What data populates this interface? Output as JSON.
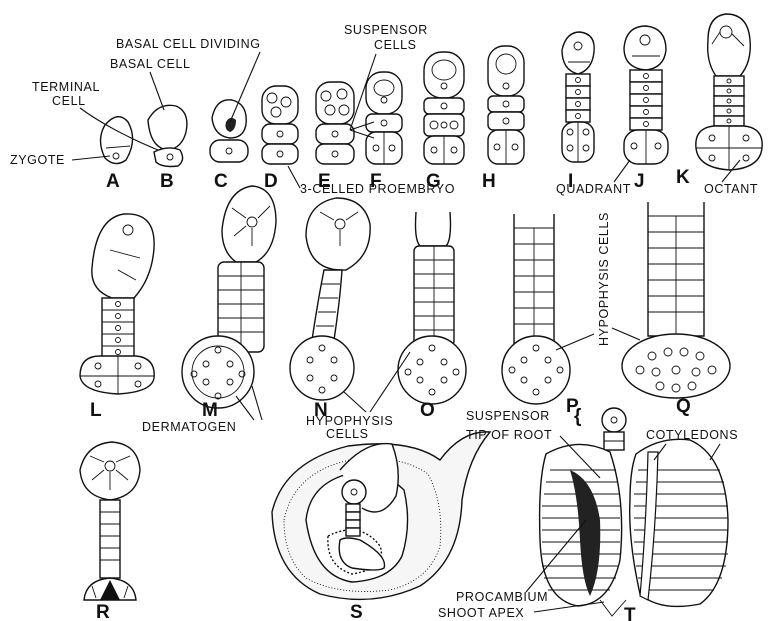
{
  "labels": {
    "zygote": "ZYGOTE",
    "terminal_cell_1": "TERMINAL",
    "terminal_cell_2": "CELL",
    "basal_cell": "BASAL  CELL",
    "basal_cell_dividing": "BASAL  CELL DIVIDING",
    "suspensor_cells_1": "SUSPENSOR",
    "suspensor_cells_2": "CELLS",
    "three_celled_proembryo": "3-CELLED  PROEMBRYO",
    "quadrant": "QUADRANT",
    "octant": "OCTANT",
    "hypophysis_cells_vertical": "HYPOPHYSIS CELLS",
    "dermatogen": "DERMATOGEN",
    "hypophysis_cells_1": "HYPOPHYSIS",
    "hypophysis_cells_2": "CELLS",
    "suspensor": "SUSPENSOR",
    "tip_of_root": "TIP  OF  ROOT",
    "cotyledons": "COTYLEDONS",
    "procambium": "PROCAMBIUM",
    "shoot_apex": "SHOOT  APEX"
  },
  "stage_letters": [
    "A",
    "B",
    "C",
    "D",
    "E",
    "F",
    "G",
    "H",
    "I",
    "J",
    "K",
    "L",
    "M",
    "N",
    "O",
    "P",
    "Q",
    "R",
    "S",
    "T"
  ]
}
